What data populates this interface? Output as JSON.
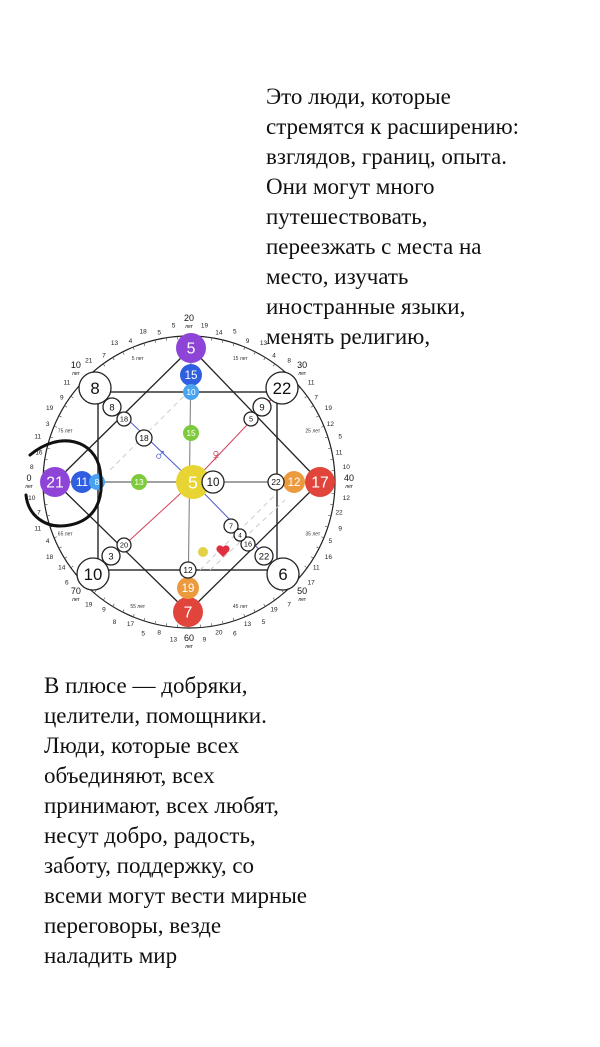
{
  "right_text": {
    "lines": [
      "Это люди, которые",
      "стремятся к расширению:",
      "взглядов, границ, опыта.",
      "Они могут много",
      "путешествовать,",
      "переезжать с места на",
      "место, изучать",
      "иностранные языки,",
      "менять религию,"
    ]
  },
  "bottom_text": {
    "lines": [
      "В плюсе — добряки,",
      "целители, помощники.",
      "Люди, которые всех",
      "объединяют, всех",
      "принимают, всех любят,",
      "несут добро, радость,",
      "заботу, поддержку, со",
      "всеми могут вести мирные",
      "переговоры, везде",
      "наладить мир"
    ]
  },
  "diagram": {
    "age_unit": "лет",
    "age_labels": [
      "20",
      "30",
      "40",
      "50",
      "60",
      "70",
      "0",
      "10"
    ],
    "ring_numbers": [
      [
        "19",
        "14",
        "5",
        "9",
        "13",
        "4",
        "8"
      ],
      [
        "11",
        "7",
        "19",
        "12",
        "5",
        "11",
        "10"
      ],
      [
        "12",
        "22",
        "9",
        "5",
        "16",
        "11",
        "17"
      ],
      [
        "7",
        "19",
        "5",
        "13",
        "6",
        "20",
        "9"
      ],
      [
        "13",
        "8",
        "5",
        "17",
        "8",
        "9",
        "19"
      ],
      [
        "6",
        "14",
        "18",
        "4",
        "11",
        "7",
        "10"
      ],
      [
        "8",
        "16",
        "11",
        "3",
        "19",
        "9",
        "11"
      ],
      [
        "21",
        "7",
        "13",
        "4",
        "18",
        "5",
        "5"
      ]
    ],
    "ring_age_marks": [
      "15 лет",
      "25 лет",
      "35 лет",
      "45 лет",
      "55 лет",
      "65 лет",
      "75 лет",
      "5 лет"
    ],
    "nodes": {
      "top_outer": "5",
      "top_mid": "15",
      "top_inner": "10",
      "left_outer": "21",
      "left_mid": "11",
      "left_inner": "8",
      "right_outer": "17",
      "right_mid": "12",
      "right_inner": "22",
      "bottom_outer": "7",
      "bottom_mid": "19",
      "bottom_inner": "12",
      "center": "5",
      "center_right": "10",
      "center_up": "15",
      "center_left": "13",
      "corner_tl": "8",
      "corner_tr": "22",
      "corner_bl": "10",
      "corner_br": "6",
      "inner_tl": "8",
      "inner_tr": "9",
      "inner_bl": "3",
      "inner_br": "22",
      "line_tl": "18",
      "line_tr": "5",
      "line_bl": "20",
      "line_br": "16",
      "diag_tl": "18",
      "diag_br1": "7",
      "diag_br2": "4"
    },
    "icons": [
      "male-symbol",
      "female-symbol",
      "money-bag",
      "heart"
    ],
    "colors": {
      "purple": "#8e44d6",
      "blue": "#2f5fe0",
      "light_blue": "#4aa3f0",
      "green": "#7dcb3a",
      "yellow": "#e8d534",
      "orange": "#ec9a3e",
      "red": "#e0443a",
      "male": "#4a58c8",
      "female": "#d2405a"
    }
  }
}
